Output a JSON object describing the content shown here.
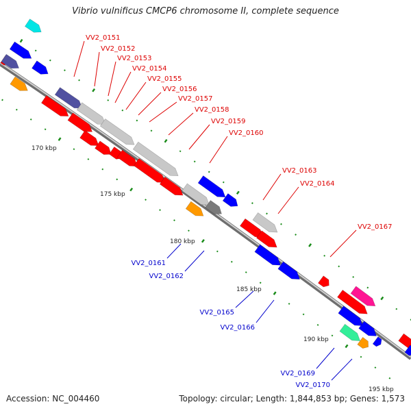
{
  "title": "Vibrio vulnificus CMCP6 chromosome II, complete sequence",
  "footer": {
    "accession": "Accession: NC_004460",
    "summary": "Topology: circular; Length: 1,844,853 bp; Genes: 1,573"
  },
  "colors": {
    "backbone": "#8c8c8c",
    "tick": "#1a8c1a",
    "label_red": "#dd0000",
    "label_blue": "#0000cc",
    "red": "#ff0000",
    "blue": "#0000ff",
    "grey": "#c8c8c8",
    "darkgrey": "#7a7a7a",
    "navy": "#5050a0",
    "orange": "#ff9900",
    "cyan": "#00e5e5",
    "magenta": "#ff1493",
    "mint": "#33ee99"
  },
  "kbp_labels": [
    {
      "id": "kbp-170",
      "text": "170 kbp"
    },
    {
      "id": "kbp-175",
      "text": "175 kbp"
    },
    {
      "id": "kbp-180",
      "text": "180 kbp"
    },
    {
      "id": "kbp-185",
      "text": "185 kbp"
    },
    {
      "id": "kbp-190",
      "text": "190 kbp"
    },
    {
      "id": "kbp-195",
      "text": "195 kbp"
    }
  ],
  "gene_labels": [
    {
      "id": "vv2-0151",
      "text": "VV2_0151",
      "color": "red"
    },
    {
      "id": "vv2-0152",
      "text": "VV2_0152",
      "color": "red"
    },
    {
      "id": "vv2-0153",
      "text": "VV2_0153",
      "color": "red"
    },
    {
      "id": "vv2-0154",
      "text": "VV2_0154",
      "color": "red"
    },
    {
      "id": "vv2-0155",
      "text": "VV2_0155",
      "color": "red"
    },
    {
      "id": "vv2-0156",
      "text": "VV2_0156",
      "color": "red"
    },
    {
      "id": "vv2-0157",
      "text": "VV2_0157",
      "color": "red"
    },
    {
      "id": "vv2-0158",
      "text": "VV2_0158",
      "color": "red"
    },
    {
      "id": "vv2-0159",
      "text": "VV2_0159",
      "color": "red"
    },
    {
      "id": "vv2-0160",
      "text": "VV2_0160",
      "color": "red"
    },
    {
      "id": "vv2-0163",
      "text": "VV2_0163",
      "color": "red"
    },
    {
      "id": "vv2-0164",
      "text": "VV2_0164",
      "color": "red"
    },
    {
      "id": "vv2-0167",
      "text": "VV2_0167",
      "color": "red"
    },
    {
      "id": "vv2-0161",
      "text": "VV2_0161",
      "color": "blue"
    },
    {
      "id": "vv2-0162",
      "text": "VV2_0162",
      "color": "blue"
    },
    {
      "id": "vv2-0165",
      "text": "VV2_0165",
      "color": "blue"
    },
    {
      "id": "vv2-0166",
      "text": "VV2_0166",
      "color": "blue"
    },
    {
      "id": "vv2-0169",
      "text": "VV2_0169",
      "color": "blue"
    },
    {
      "id": "vv2-0170",
      "text": "VV2_0170",
      "color": "blue"
    }
  ]
}
